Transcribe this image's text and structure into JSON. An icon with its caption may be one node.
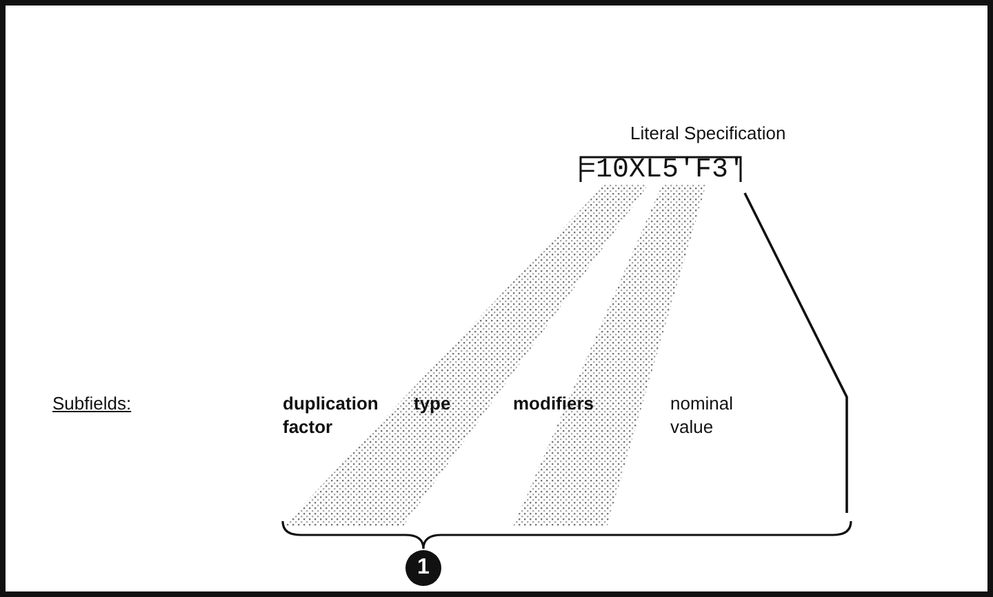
{
  "diagram": {
    "labels": [
      "Literal Specification",
      "=10XL5'F3'",
      "Subfields:",
      "duplication factor",
      "type",
      "modifiers",
      "nominal value",
      "1"
    ]
  }
}
